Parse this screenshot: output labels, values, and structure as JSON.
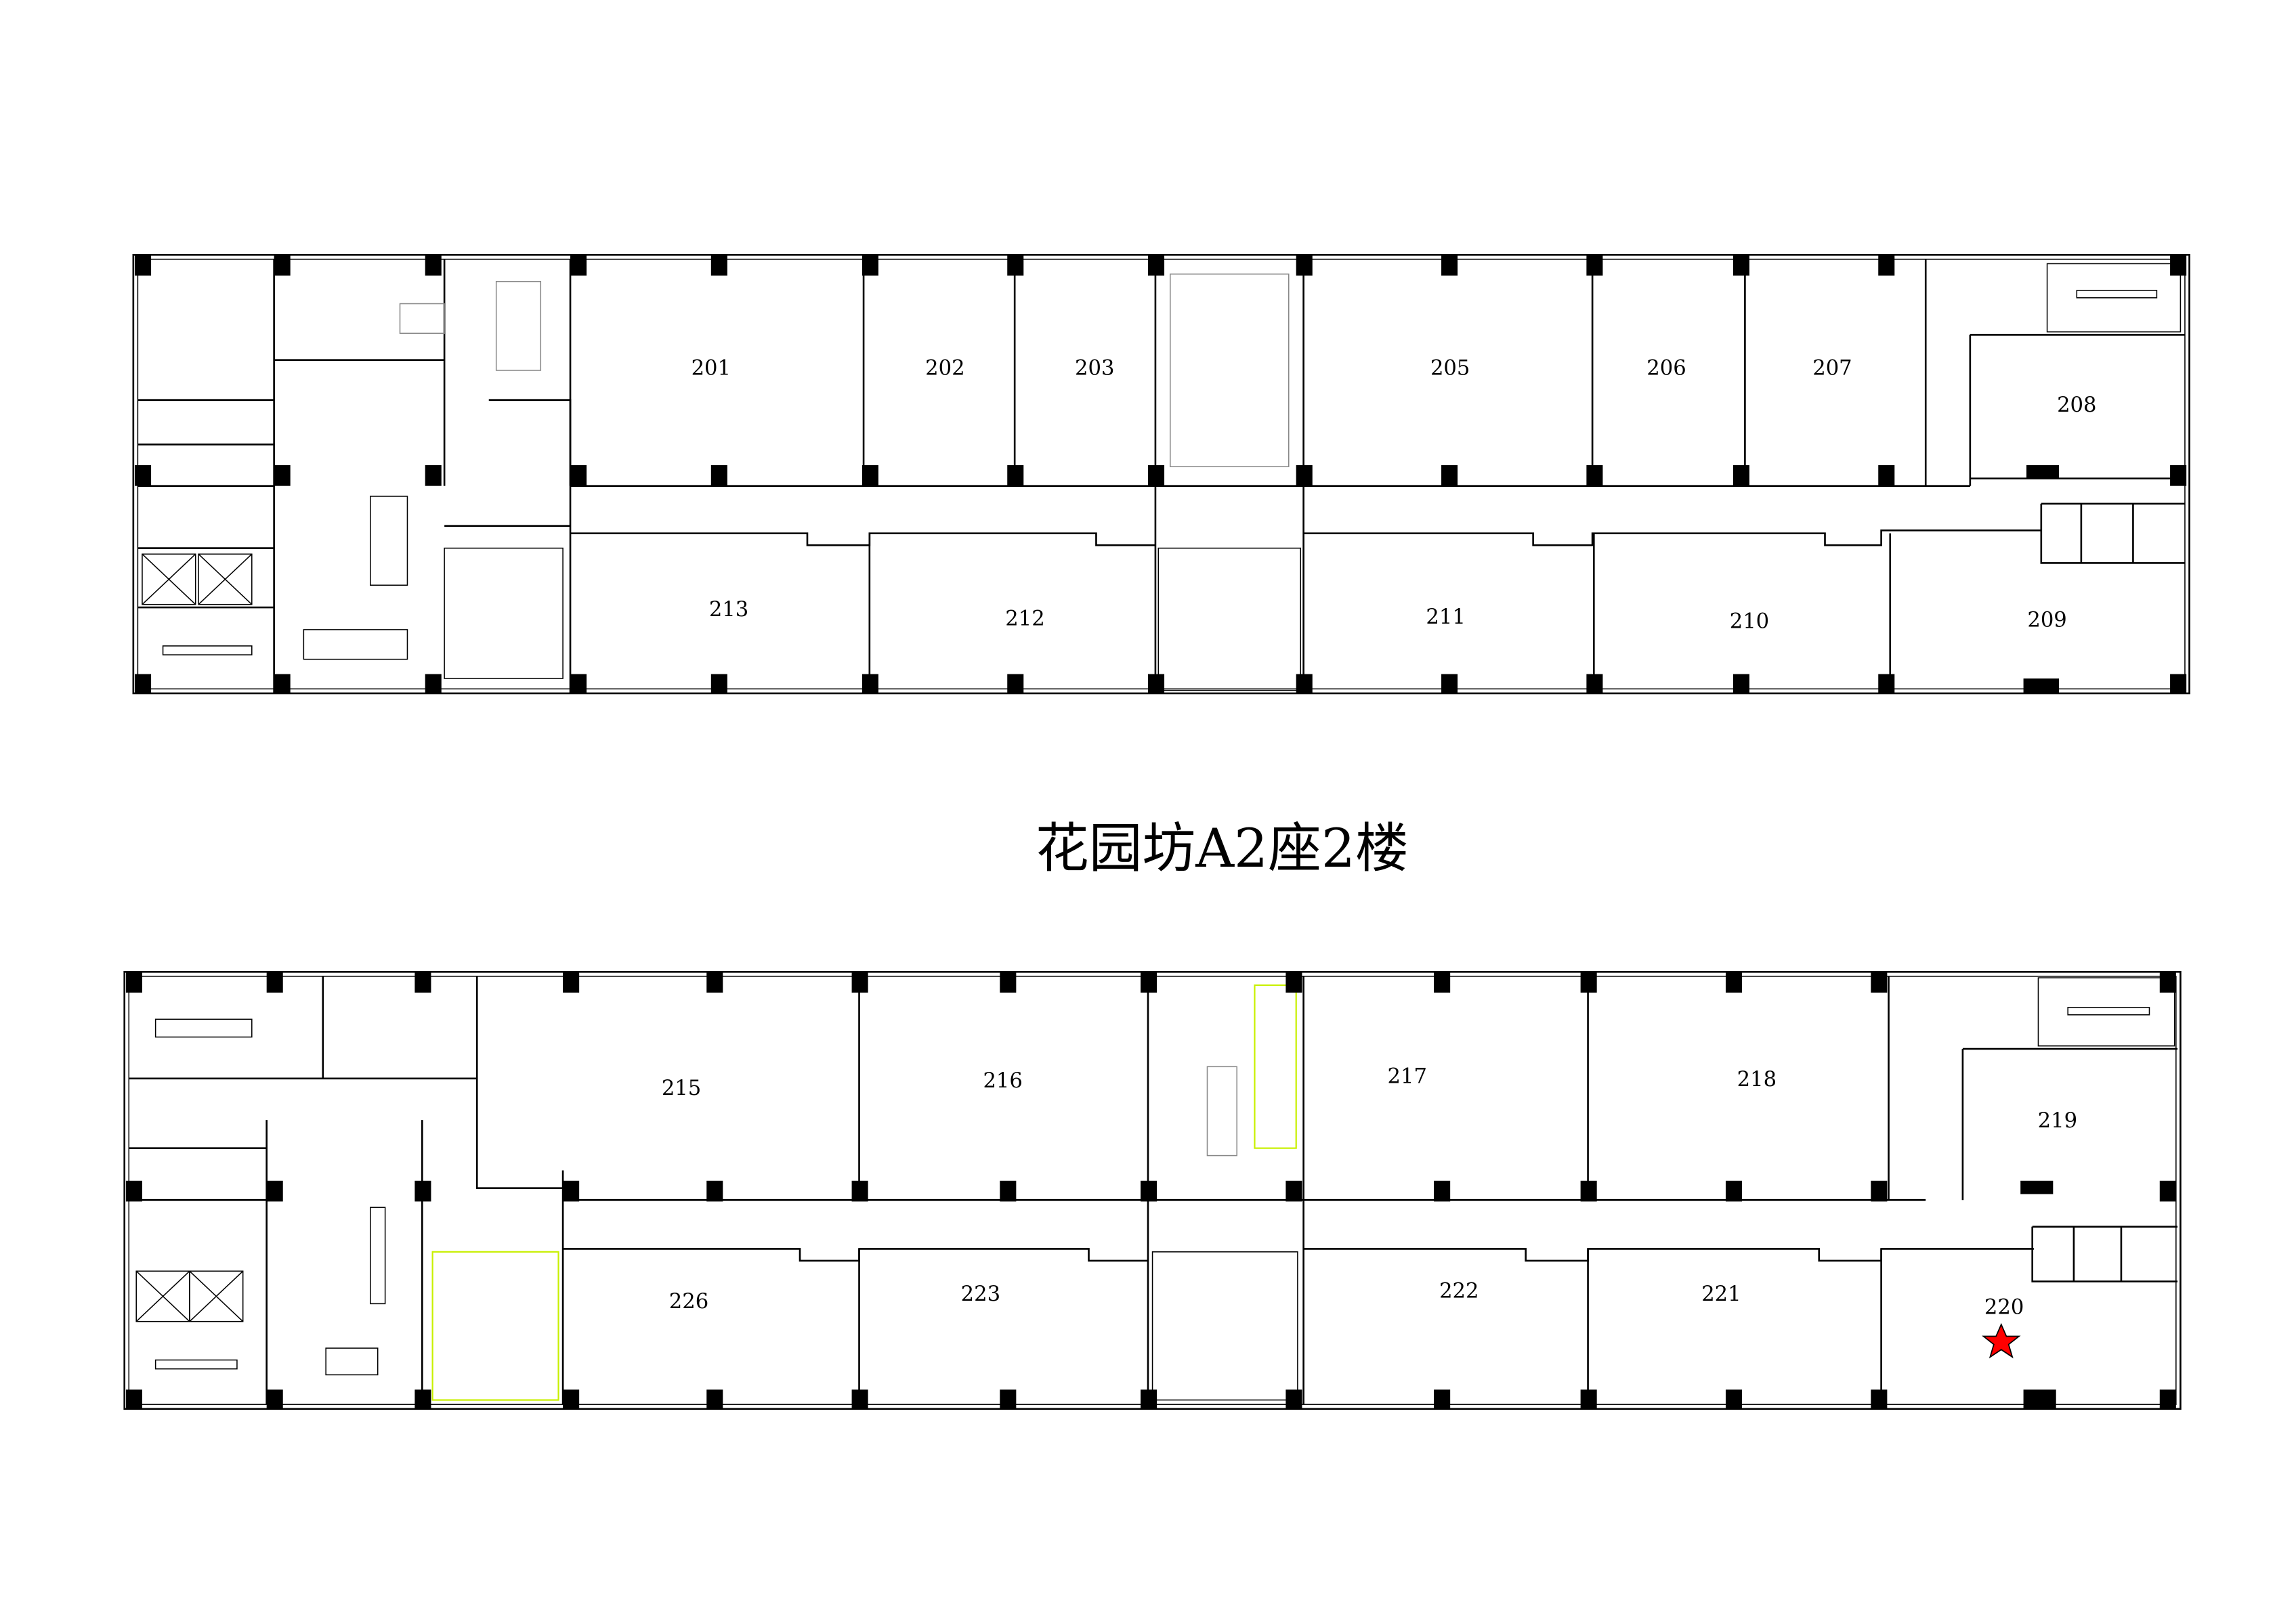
{
  "title": "花园坊A2座2楼",
  "top_floor_rooms": [
    "201",
    "202",
    "203",
    "205",
    "206",
    "207",
    "208",
    "213",
    "212",
    "211",
    "210",
    "209"
  ],
  "bottom_floor_rooms": [
    "215",
    "216",
    "217",
    "218",
    "219",
    "226",
    "223",
    "222",
    "221",
    "220"
  ],
  "marker": {
    "room": "220",
    "icon": "star-icon",
    "color": "#ff0000"
  },
  "colors": {
    "door": "#c8f000",
    "furniture": "#888888",
    "plant": "#00c0a0"
  }
}
